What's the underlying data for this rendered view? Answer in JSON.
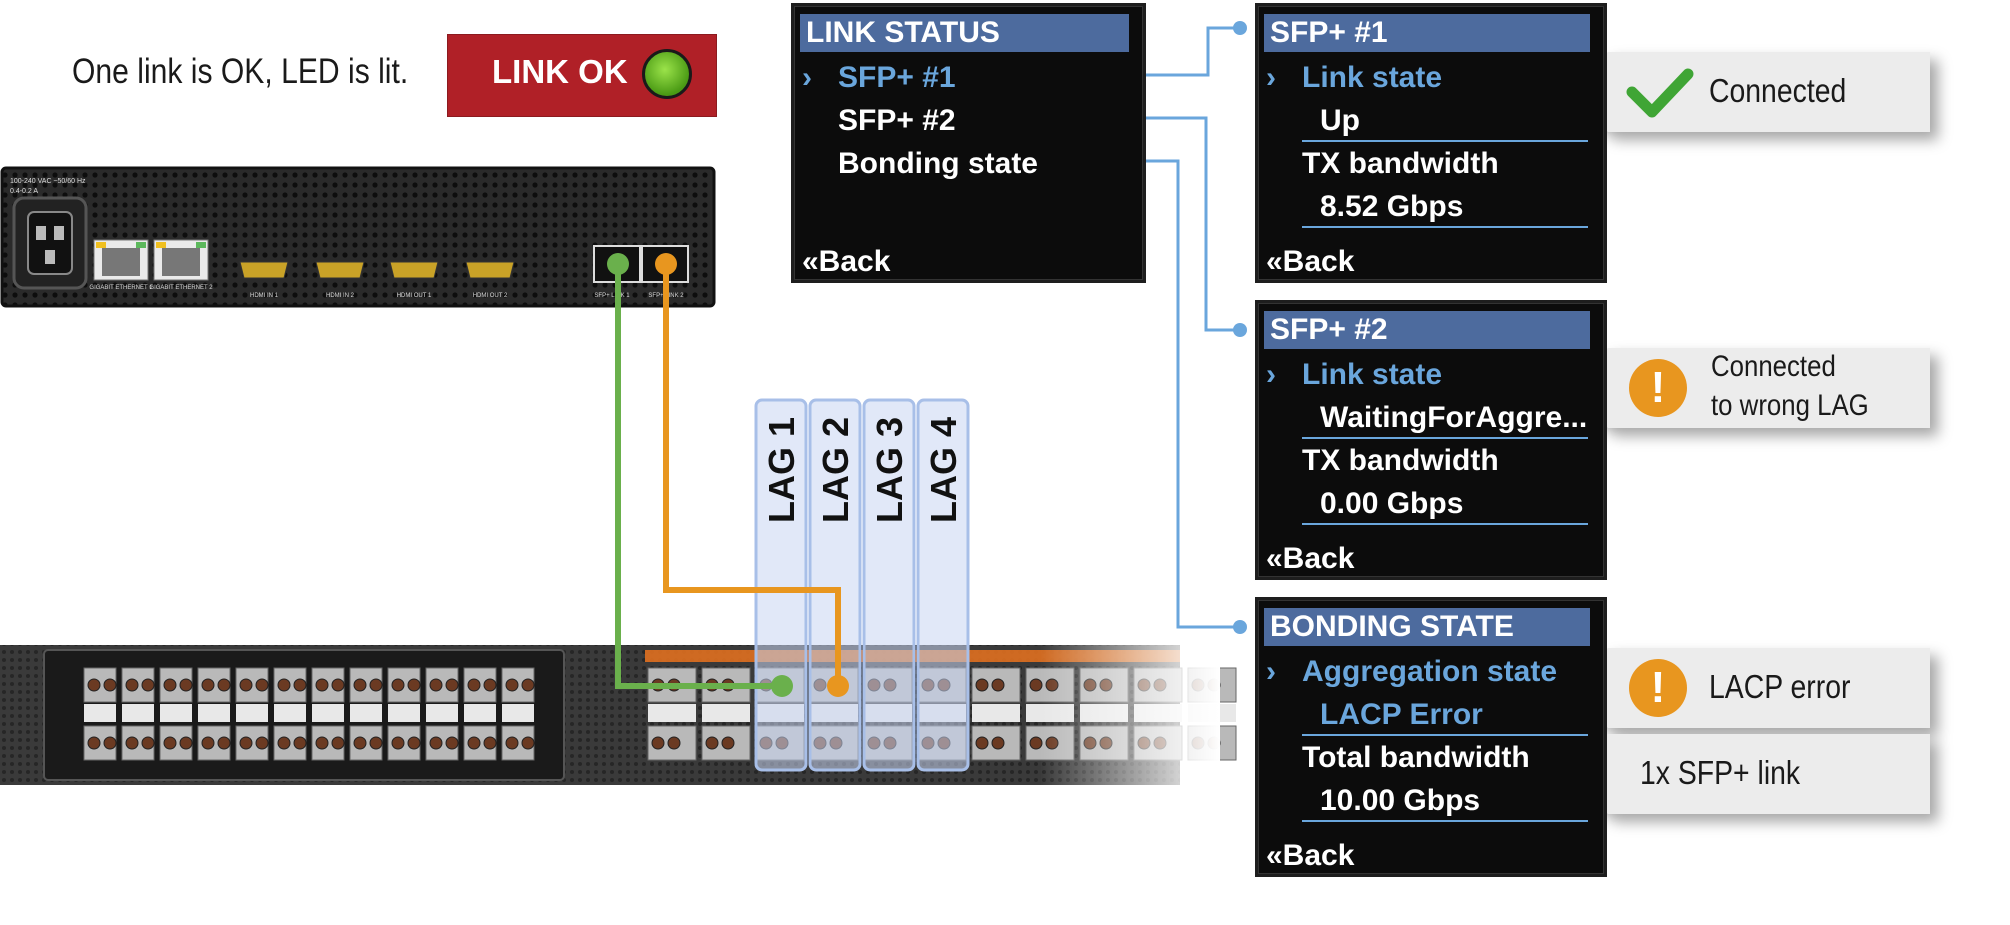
{
  "caption": "One link is OK, LED is lit.",
  "status_indicator": {
    "label": "LINK OK",
    "led_color": "#7ccf2c"
  },
  "link_status_menu": {
    "title": "LINK STATUS",
    "items": [
      {
        "label": "SFP+ #1",
        "selected": true
      },
      {
        "label": "SFP+ #2",
        "selected": false
      },
      {
        "label": "Bonding state",
        "selected": false
      }
    ],
    "back": "«Back"
  },
  "sfp1_menu": {
    "title": "SFP+ #1",
    "link_state_label": "Link state",
    "link_state_value": "Up",
    "tx_label": "TX bandwidth",
    "tx_value": "8.52 Gbps",
    "back": "«Back"
  },
  "sfp2_menu": {
    "title": "SFP+ #2",
    "link_state_label": "Link state",
    "link_state_value": "WaitingForAggre...",
    "tx_label": "TX bandwidth",
    "tx_value": "0.00 Gbps",
    "back": "«Back"
  },
  "bonding_menu": {
    "title": "BONDING STATE",
    "agg_label": "Aggregation state",
    "agg_value": "LACP Error",
    "total_label": "Total bandwidth",
    "total_value": "10.00 Gbps",
    "back": "«Back"
  },
  "callouts": {
    "connected": "Connected",
    "wrong_lag_line1": "Connected",
    "wrong_lag_line2": "to wrong LAG",
    "lacp_error": "LACP error",
    "sfp_link": "1x SFP+ link",
    "warning_glyph": "!"
  },
  "device": {
    "power_label_line1": "100-240 VAC ~50/60 Hz",
    "power_label_line2": "0.4-0.2 A",
    "ports": [
      "GIGABIT ETHERNET 1",
      "GIGABIT ETHERNET 2",
      "HDMI IN 1",
      "HDMI IN 2",
      "HDMI OUT 1",
      "HDMI OUT 2",
      "SFP+ LINK 1",
      "SFP+ LINK 2"
    ]
  },
  "lags": [
    "LAG 1",
    "LAG 2",
    "LAG 3",
    "LAG 4"
  ],
  "colors": {
    "link1_cable": "#6ab04c",
    "link2_cable": "#e8961f",
    "connector_line": "#6aa6dc",
    "menu_title_bg": "#4d6b9e",
    "menu_highlight": "#6aa6dc",
    "warning": "#e8961f",
    "ok_check": "#3fa535",
    "link_ok_bg": "#b02027"
  }
}
